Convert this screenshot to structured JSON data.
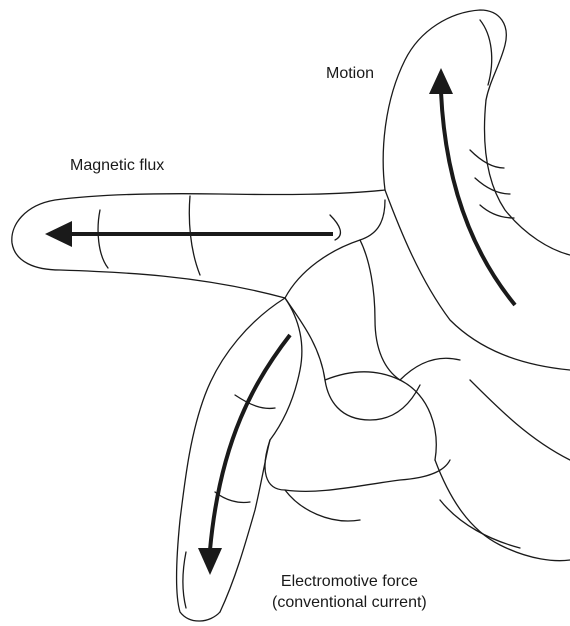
{
  "labels": {
    "motion": "Motion",
    "magnetic_flux": "Magnetic flux",
    "emf_line1": "Electromotive force",
    "emf_line2": "(conventional current)"
  }
}
